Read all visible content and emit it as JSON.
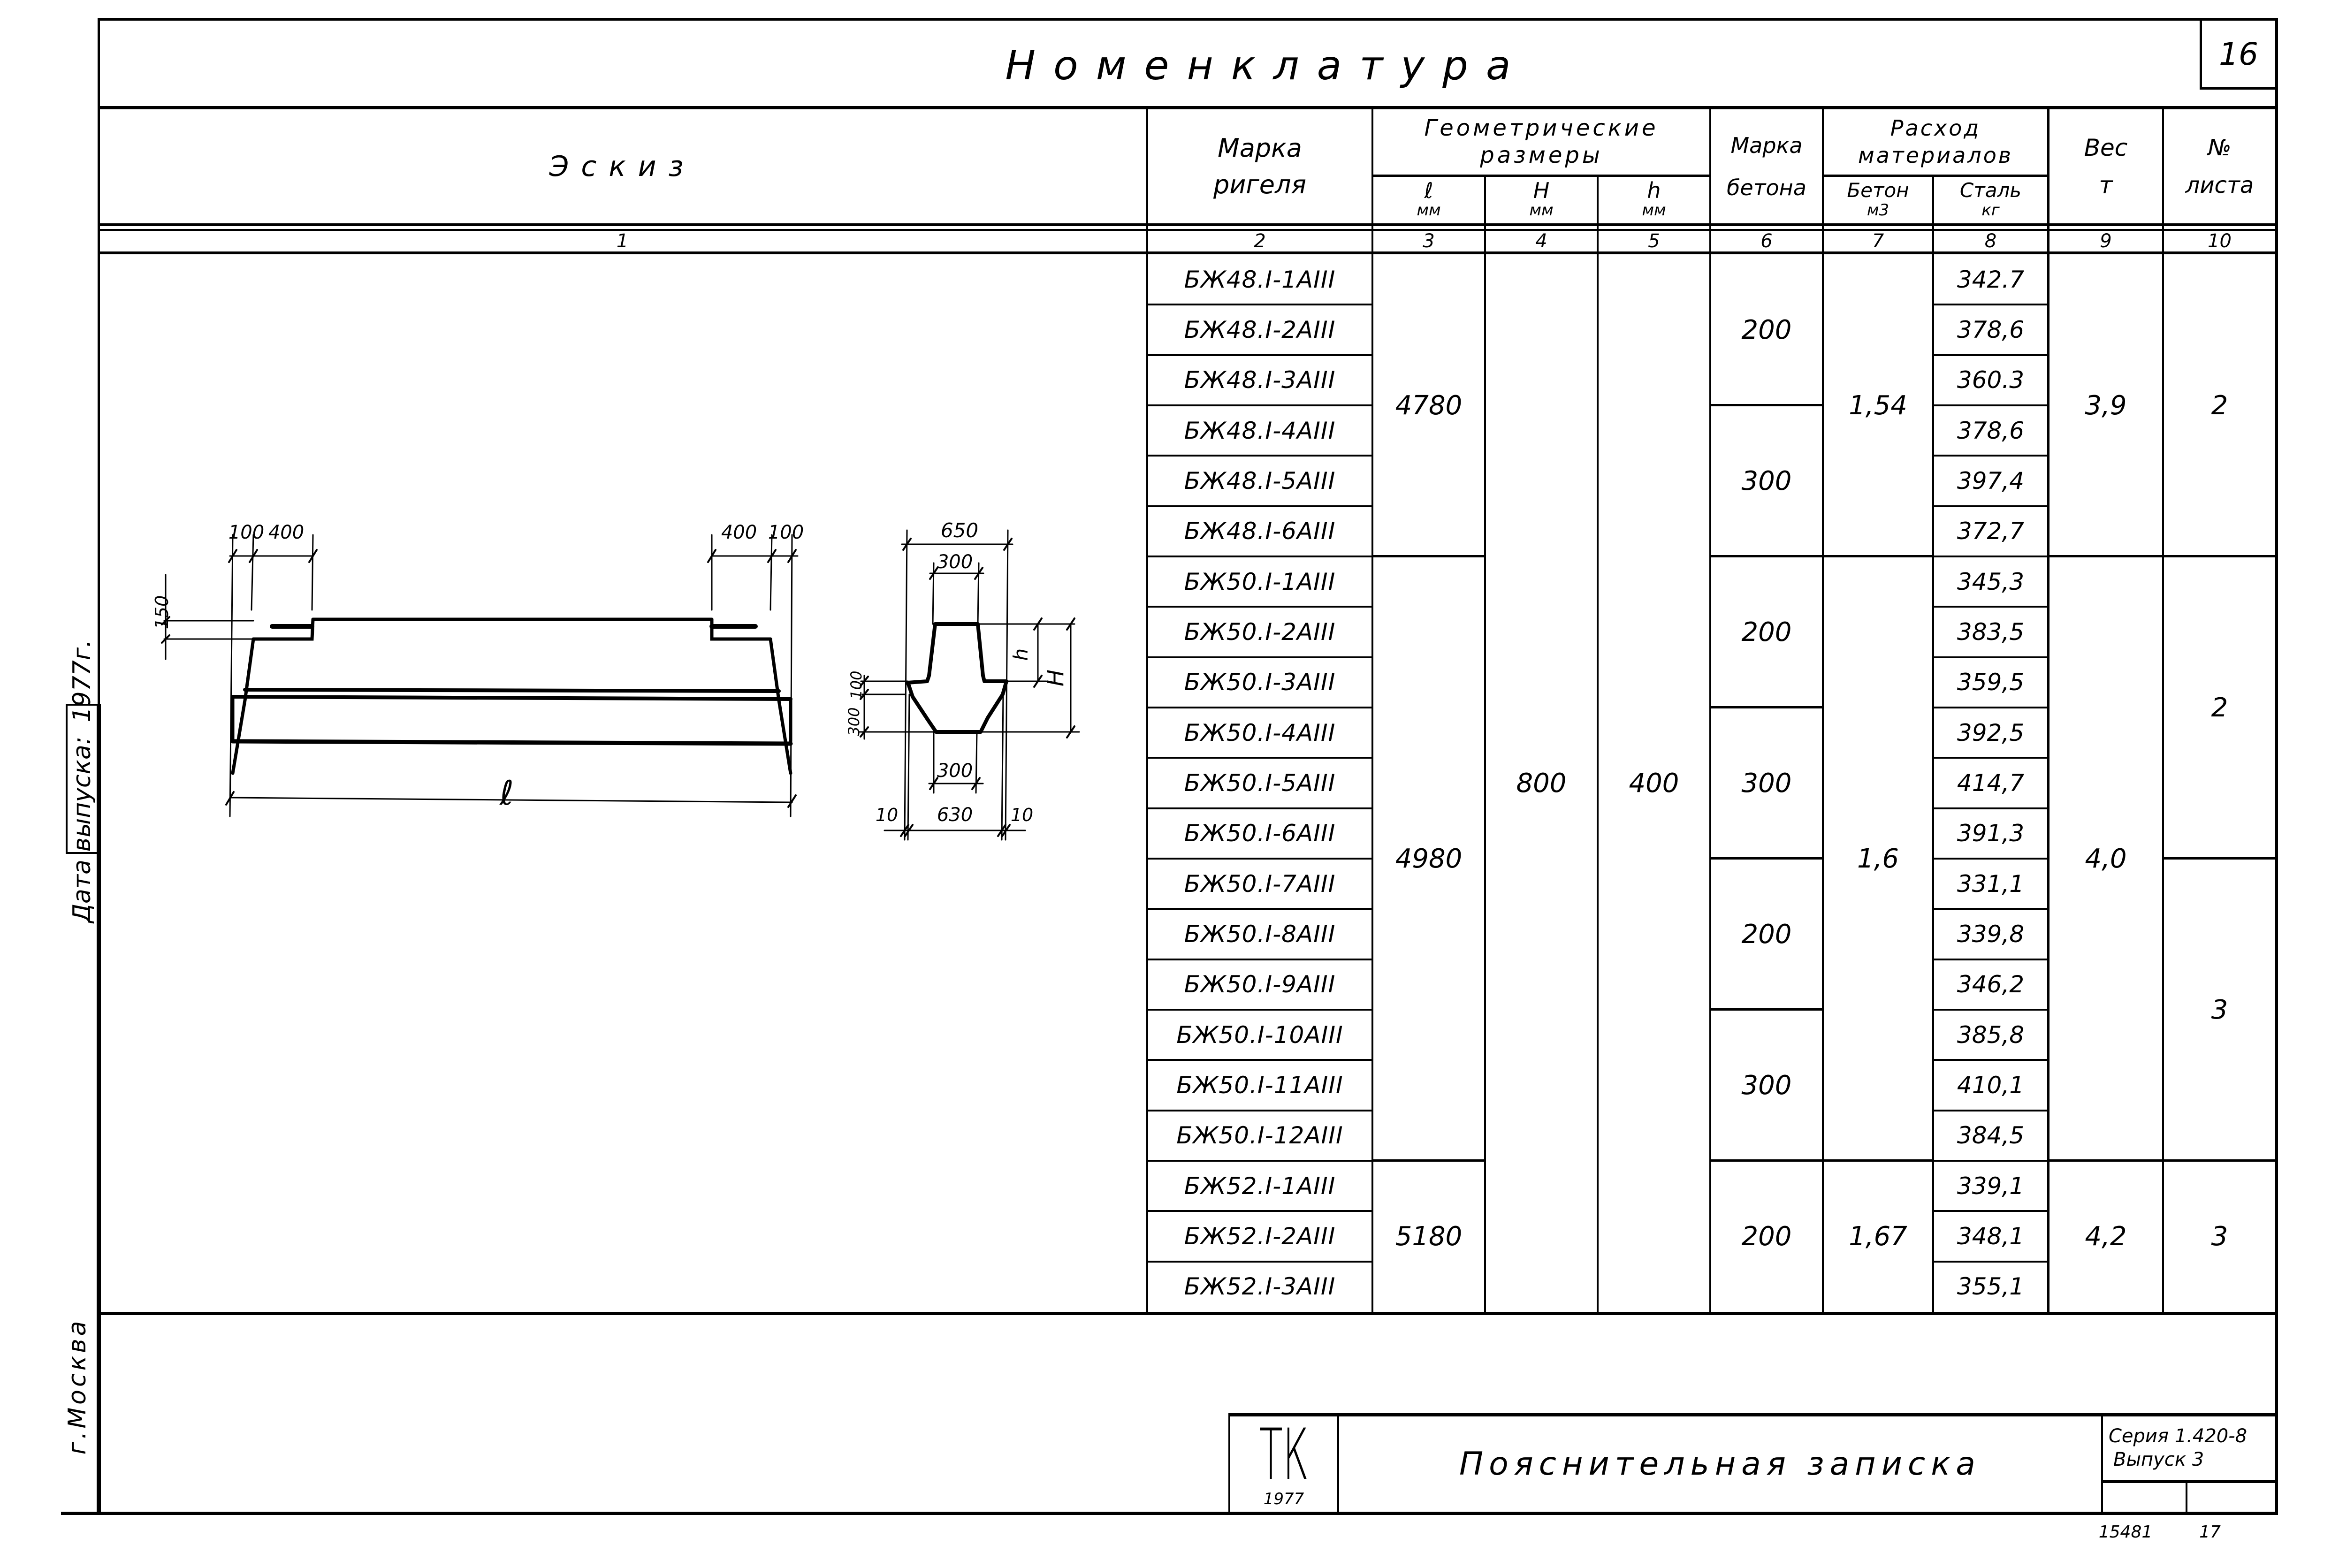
{
  "sheet": {
    "title": "Номенклатура",
    "page_number": "16",
    "side_date_label": "Дата выпуска:",
    "side_date_value": "1977г.",
    "side_city": "г.Москва"
  },
  "table": {
    "headers": {
      "sketch": "Эскиз",
      "mark_line1": "Марка",
      "mark_line2": "ригеля",
      "geom_line1": "Геометрические",
      "geom_line2": "размеры",
      "l": "ℓ",
      "l_unit": "мм",
      "H": "H",
      "H_unit": "мм",
      "h": "h",
      "h_unit": "мм",
      "concrete_grade_line1": "Марка",
      "concrete_grade_line2": "бетона",
      "consumption_line1": "Расход",
      "consumption_line2": "материалов",
      "concrete": "Бетон",
      "concrete_unit": "м3",
      "steel": "Сталь",
      "steel_unit": "кг",
      "weight": "Вес",
      "weight_unit": "т",
      "sheet_no_line1": "№",
      "sheet_no_line2": "листа"
    },
    "column_numbers": [
      "1",
      "2",
      "3",
      "4",
      "5",
      "6",
      "7",
      "8",
      "9",
      "10"
    ],
    "rows": [
      {
        "mark": "БЖ48.I-1АIII",
        "steel": "342.7"
      },
      {
        "mark": "БЖ48.I-2АIII",
        "steel": "378,6"
      },
      {
        "mark": "БЖ48.I-3АIII",
        "steel": "360.3"
      },
      {
        "mark": "БЖ48.I-4АIII",
        "steel": "378,6"
      },
      {
        "mark": "БЖ48.I-5АIII",
        "steel": "397,4"
      },
      {
        "mark": "БЖ48.I-6АIII",
        "steel": "372,7"
      },
      {
        "mark": "БЖ50.I-1АIII",
        "steel": "345,3"
      },
      {
        "mark": "БЖ50.I-2АIII",
        "steel": "383,5"
      },
      {
        "mark": "БЖ50.I-3АIII",
        "steel": "359,5"
      },
      {
        "mark": "БЖ50.I-4АIII",
        "steel": "392,5"
      },
      {
        "mark": "БЖ50.I-5АIII",
        "steel": "414,7"
      },
      {
        "mark": "БЖ50.I-6АIII",
        "steel": "391,3"
      },
      {
        "mark": "БЖ50.I-7АIII",
        "steel": "331,1"
      },
      {
        "mark": "БЖ50.I-8АIII",
        "steel": "339,8"
      },
      {
        "mark": "БЖ50.I-9АIII",
        "steel": "346,2"
      },
      {
        "mark": "БЖ50.I-10АIII",
        "steel": "385,8"
      },
      {
        "mark": "БЖ50.I-11АIII",
        "steel": "410,1"
      },
      {
        "mark": "БЖ50.I-12АIII",
        "steel": "384,5"
      },
      {
        "mark": "БЖ52.I-1АIII",
        "steel": "339,1"
      },
      {
        "mark": "БЖ52.I-2АIII",
        "steel": "348,1"
      },
      {
        "mark": "БЖ52.I-3АIII",
        "steel": "355,1"
      }
    ],
    "merged": {
      "l": [
        {
          "value": "4780",
          "from": 0,
          "to": 5
        },
        {
          "value": "4980",
          "from": 6,
          "to": 17
        },
        {
          "value": "5180",
          "from": 18,
          "to": 20
        }
      ],
      "H": [
        {
          "value": "800",
          "from": 0,
          "to": 20
        }
      ],
      "h": [
        {
          "value": "400",
          "from": 0,
          "to": 20
        }
      ],
      "concrete_grade": [
        {
          "value": "200",
          "from": 0,
          "to": 2
        },
        {
          "value": "300",
          "from": 3,
          "to": 5
        },
        {
          "value": "200",
          "from": 6,
          "to": 8
        },
        {
          "value": "300",
          "from": 9,
          "to": 11
        },
        {
          "value": "200",
          "from": 12,
          "to": 14
        },
        {
          "value": "300",
          "from": 15,
          "to": 17
        },
        {
          "value": "200",
          "from": 18,
          "to": 20
        }
      ],
      "concrete_volume": [
        {
          "value": "1,54",
          "from": 0,
          "to": 5
        },
        {
          "value": "1,6",
          "from": 6,
          "to": 17
        },
        {
          "value": "1,67",
          "from": 18,
          "to": 20
        }
      ],
      "weight": [
        {
          "value": "3,9",
          "from": 0,
          "to": 5
        },
        {
          "value": "4,0",
          "from": 6,
          "to": 17
        },
        {
          "value": "4,2",
          "from": 18,
          "to": 20
        }
      ],
      "sheet_no": [
        {
          "value": "2",
          "from": 0,
          "to": 5
        },
        {
          "value": "2",
          "from": 6,
          "to": 11
        },
        {
          "value": "3",
          "from": 12,
          "to": 17
        },
        {
          "value": "3",
          "from": 18,
          "to": 20
        }
      ]
    }
  },
  "sketch": {
    "elevation": {
      "dim_left_100": "100",
      "dim_left_400": "400",
      "dim_right_400": "400",
      "dim_right_100": "100",
      "dim_150": "150",
      "dim_length": "ℓ"
    },
    "section": {
      "dim_650": "650",
      "dim_300_top": "300",
      "dim_300_bottom": "300",
      "dim_630": "630",
      "dim_10_left": "10",
      "dim_10_right": "10",
      "dim_100": "100",
      "dim_300_side": "300",
      "dim_h": "h",
      "dim_H": "H"
    }
  },
  "title_block": {
    "logo_letters": "ТК",
    "logo_year": "1977",
    "document_title": "Пояснительная записка",
    "series_line1": "Серия 1.420-8",
    "series_line2": "Выпуск 3",
    "footer_number_left": "15481",
    "footer_number_right": "17"
  }
}
